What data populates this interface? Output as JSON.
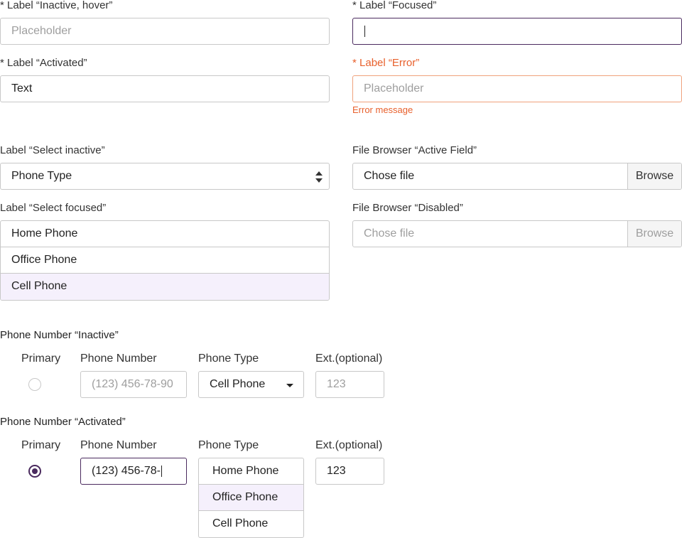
{
  "form": {
    "inactive_hover": {
      "label": "* Label “Inactive, hover”",
      "placeholder": "Placeholder"
    },
    "focused": {
      "label": "* Label “Focused”"
    },
    "activated": {
      "label": "* Label “Activated”",
      "value": "Text"
    },
    "error": {
      "label": "* Label “Error”",
      "placeholder": "Placeholder",
      "message": "Error message"
    }
  },
  "select_inactive": {
    "label": "Label “Select inactive”",
    "value": "Phone Type"
  },
  "select_focused": {
    "label": "Label “Select focused”",
    "options": [
      "Home Phone",
      "Office Phone",
      "Cell Phone"
    ],
    "highlighted": "Cell Phone"
  },
  "file_active": {
    "label": "File Browser “Active Field”",
    "value": "Chose file",
    "button": "Browse"
  },
  "file_disabled": {
    "label": "File Browser “Disabled”",
    "placeholder": "Chose file",
    "button": "Browse"
  },
  "phone_inactive": {
    "title": "Phone Number “Inactive”",
    "col_primary": "Primary",
    "col_number": "Phone Number",
    "col_type": "Phone Type",
    "col_ext": "Ext.(optional)",
    "number_placeholder": "(123) 456-78-90",
    "type_value": "Cell Phone",
    "ext_placeholder": "123"
  },
  "phone_activated": {
    "title": "Phone Number “Activated”",
    "col_primary": "Primary",
    "col_number": "Phone Number",
    "col_type": "Phone Type",
    "col_ext": "Ext.(optional)",
    "number_value": "(123) 456-78-",
    "type_options": [
      "Home Phone",
      "Office Phone",
      "Cell Phone"
    ],
    "type_highlighted": "Office Phone",
    "ext_value": "123"
  },
  "colors": {
    "accent": "#4a2a5e",
    "error": "#e8602c",
    "highlight": "#f5f0fc",
    "border": "#c8c8c8"
  }
}
